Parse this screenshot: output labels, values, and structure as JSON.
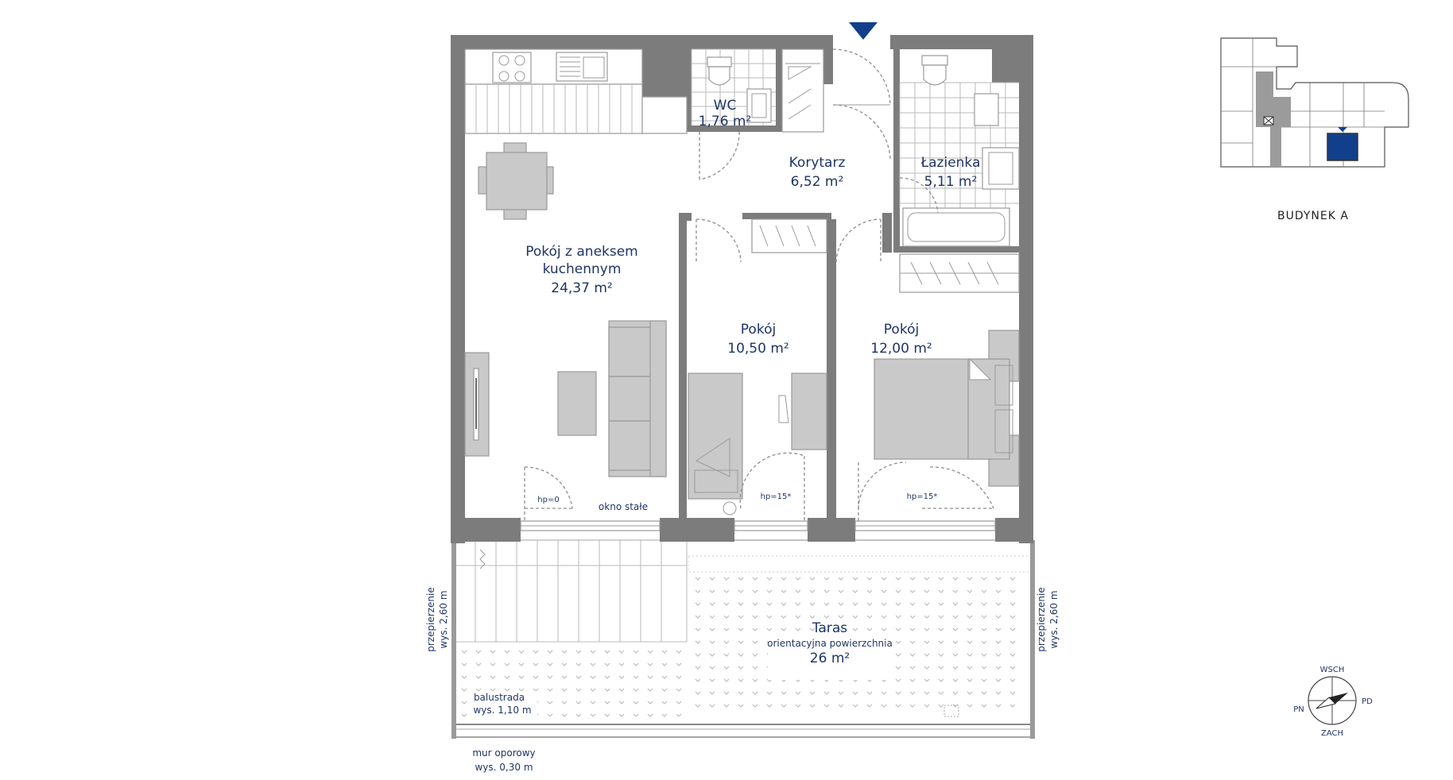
{
  "rooms": {
    "living": {
      "line1": "Pokój z aneksem",
      "line2": "kuchennym",
      "area": "24,37 m²"
    },
    "wc": {
      "name": "WC",
      "area": "1,76 m²"
    },
    "corridor": {
      "name": "Korytarz",
      "area": "6,52 m²"
    },
    "bathroom": {
      "name": "Łazienka",
      "area": "5,11 m²"
    },
    "room1": {
      "name": "Pokój",
      "area": "10,50 m²"
    },
    "room2": {
      "name": "Pokój",
      "area": "12,00 m²"
    },
    "terrace": {
      "name": "Taras",
      "note": "orientacyjna powierzchnia",
      "area": "26 m²"
    }
  },
  "annotations": {
    "hp1": "hp=0",
    "fixed_window": "okno stałe",
    "hp2": "hp=15*",
    "hp3": "hp=15*",
    "partition_left_1": "przepierzenie",
    "partition_left_2": "wys. 2,60 m",
    "partition_right_1": "przepierzenie",
    "partition_right_2": "wys. 2,60 m",
    "balustrade_1": "balustrada",
    "balustrade_2": "wys. 1,10 m",
    "retaining_wall_1": "mur oporowy",
    "retaining_wall_2": "wys. 0,30 m"
  },
  "key_plan": {
    "building_label": "BUDYNEK A"
  },
  "compass": {
    "north": "WSCH",
    "east": "PD",
    "south": "ZACH",
    "west": "PN"
  },
  "colors": {
    "accent": "#123f8c",
    "label": "#1f3566",
    "wall": "#7c7c7c",
    "furniture": "#c9c9c9"
  }
}
